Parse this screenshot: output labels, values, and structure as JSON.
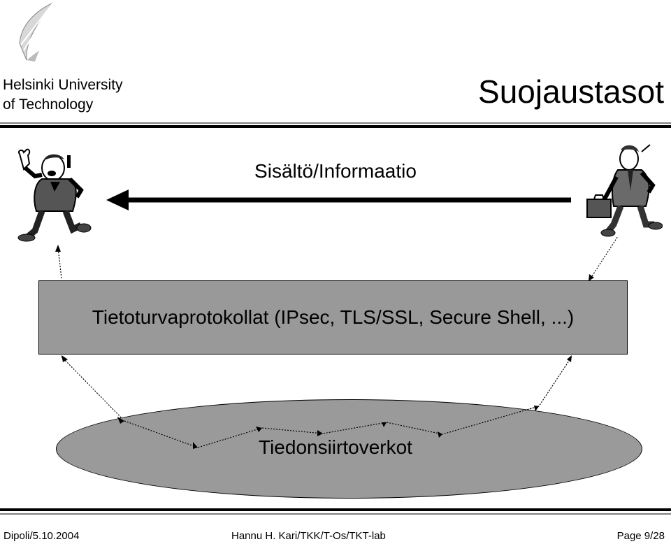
{
  "header": {
    "university_line1": "Helsinki University",
    "university_line2": "of Technology",
    "title": "Suojaustasot"
  },
  "diagram": {
    "content_label": "Sisältö/Informaatio",
    "protocol_label": "Tietoturvaprotokollat (IPsec, TLS/SSL, Secure Shell, ...)",
    "network_label": "Tiedonsiirtoverkot"
  },
  "footer": {
    "date": "Dipoli/5.10.2004",
    "author": "Hannu H. Kari/TKK/T-Os/TKT-lab",
    "page": "Page 9/28"
  },
  "colors": {
    "box_fill": "#999999",
    "oval_fill": "#9a9a9a",
    "line": "#000000"
  }
}
